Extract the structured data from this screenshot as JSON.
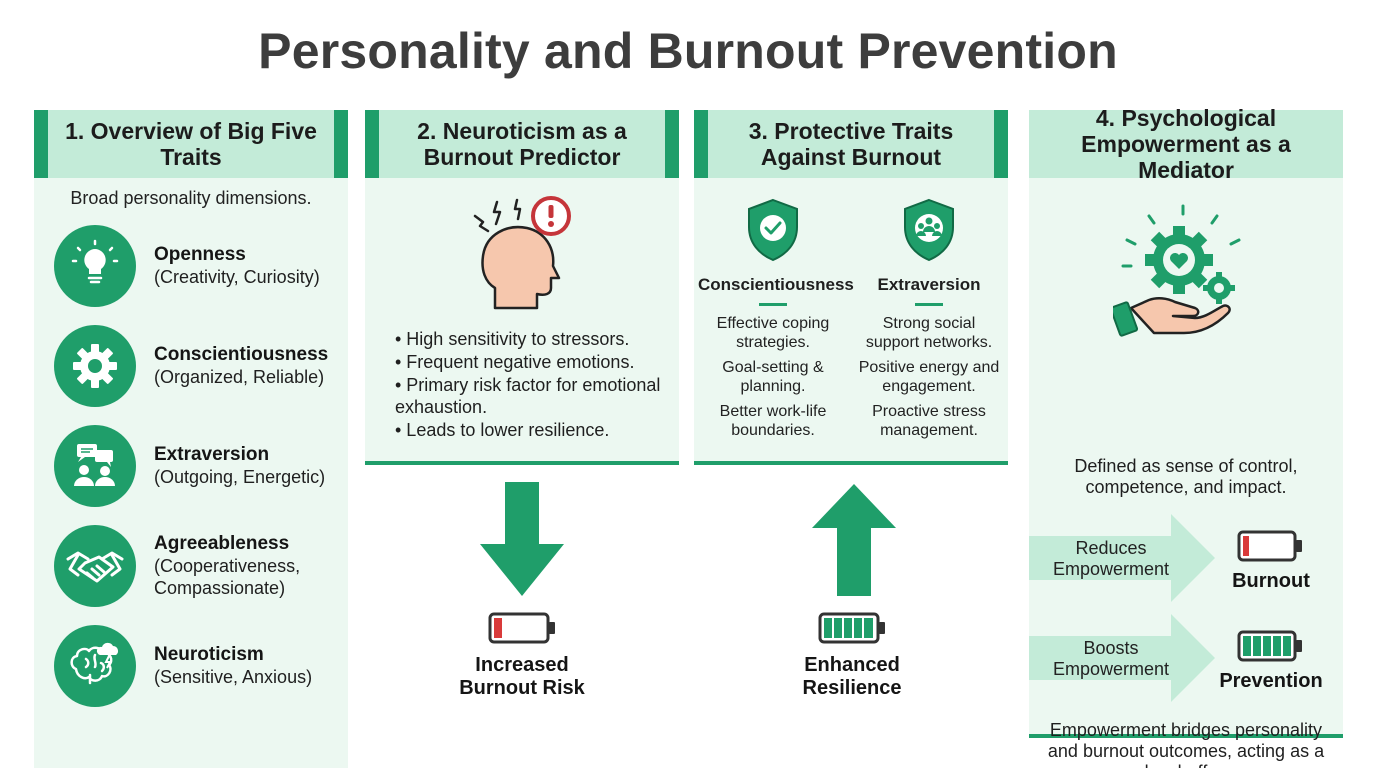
{
  "title": "Personality and Burnout Prevention",
  "col1": {
    "header": "1. Overview of Big Five Traits",
    "subtitle": "Broad personality dimensions.",
    "traits": [
      {
        "name": "Openness",
        "desc": "(Creativity, Curiosity)",
        "icon": "lightbulb-icon"
      },
      {
        "name": "Conscientiousness",
        "desc": "(Organized, Reliable)",
        "icon": "gear-icon"
      },
      {
        "name": "Extraversion",
        "desc": "(Outgoing, Energetic)",
        "icon": "people-chat-icon"
      },
      {
        "name": "Agreeableness",
        "desc": "(Cooperativeness, Compassionate)",
        "icon": "handshake-icon"
      },
      {
        "name": "Neuroticism",
        "desc": "(Sensitive, Anxious)",
        "icon": "brain-storm-icon"
      }
    ]
  },
  "col2": {
    "header": "2. Neuroticism as a Burnout Predictor",
    "bullets": [
      "• High sensitivity to stressors.",
      "• Frequent negative emotions.",
      "• Primary risk factor for emotional exhaustion.",
      "• Leads to lower resilience."
    ],
    "outcome_line1": "Increased",
    "outcome_line2": "Burnout Risk"
  },
  "col3": {
    "header": "3. Protective Traits Against Burnout",
    "left": {
      "name": "Conscientiousness",
      "items": [
        "Effective coping strategies.",
        "Goal-setting & planning.",
        "Better work-life boundaries."
      ]
    },
    "right": {
      "name": "Extraversion",
      "items": [
        "Strong social support networks.",
        "Positive energy and engagement.",
        "Proactive stress management."
      ]
    },
    "outcome_line1": "Enhanced",
    "outcome_line2": "Resilience"
  },
  "col4": {
    "header": "4. Psychological Empowerment as a Mediator",
    "definition": "Defined as sense of control, competence, and impact.",
    "reduces_label": "Reduces Empowerment",
    "reduces_outcome": "Burnout",
    "boosts_label": "Boosts Empowerment",
    "boosts_outcome": "Prevention",
    "summary": "Empowerment bridges personality and burnout outcomes, acting as a key buffer."
  },
  "colors": {
    "accent": "#1f9e6a",
    "header_bg": "#c3ebd8",
    "panel_bg": "#ecf8f1",
    "low_battery": "#d93a3a"
  }
}
